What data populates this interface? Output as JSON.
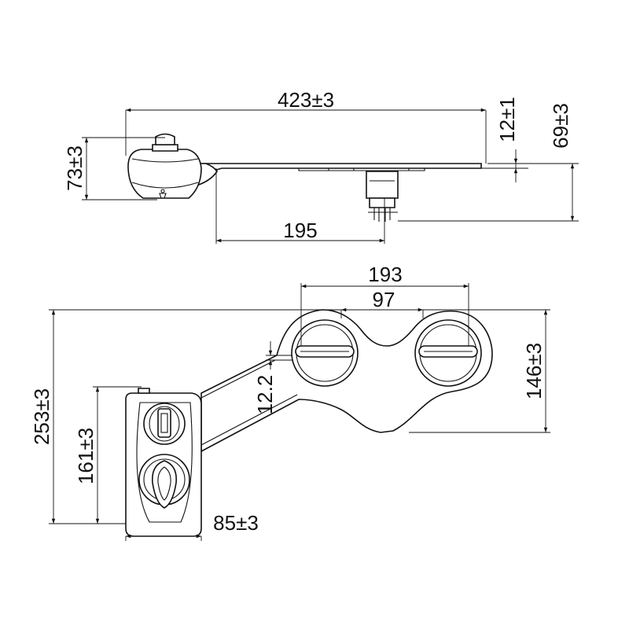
{
  "top_view": {
    "dims": {
      "overall_length": "423±3",
      "plate_offset": "12±1",
      "total_height": "69±3",
      "body_height": "73±3",
      "inlet_offset": "195"
    }
  },
  "plan_view": {
    "dims": {
      "slot_span": "193",
      "slot_spacing": "97",
      "plate_thickness": "12.2",
      "plate_width": "146±3",
      "total_depth": "253±3",
      "body_depth": "161±3",
      "body_width": "85±3"
    }
  }
}
